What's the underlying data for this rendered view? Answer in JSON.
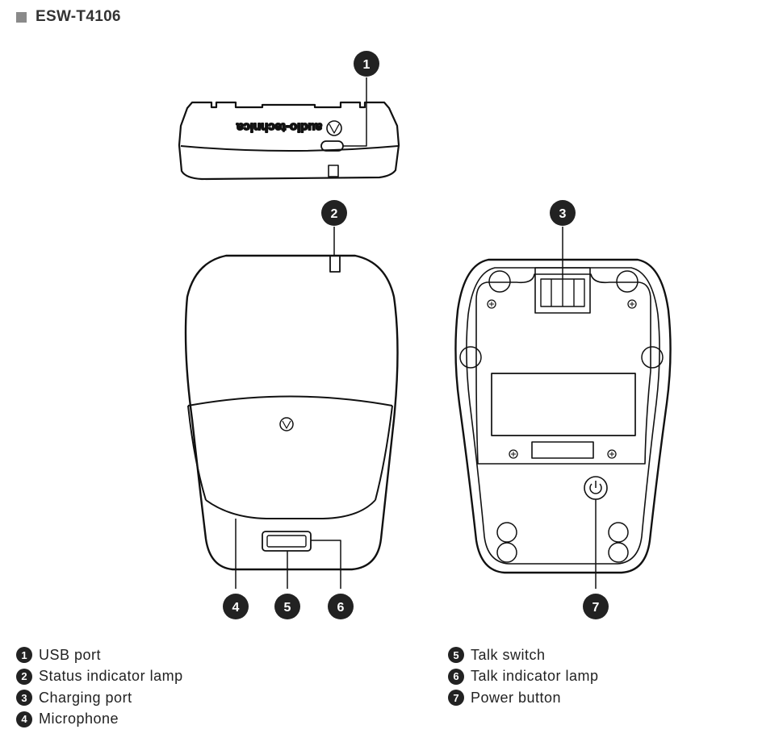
{
  "title": "ESW-T4106",
  "logo_text": "audio-technica",
  "callouts": [
    "1",
    "2",
    "3",
    "4",
    "5",
    "6",
    "7"
  ],
  "legend_left": [
    {
      "num": "1",
      "label": "USB port"
    },
    {
      "num": "2",
      "label": "Status indicator lamp"
    },
    {
      "num": "3",
      "label": "Charging port"
    },
    {
      "num": "4",
      "label": "Microphone"
    }
  ],
  "legend_right": [
    {
      "num": "5",
      "label": "Talk switch"
    },
    {
      "num": "6",
      "label": "Talk indicator lamp"
    },
    {
      "num": "7",
      "label": "Power button"
    }
  ],
  "colors": {
    "line": "#111111",
    "callout_fill": "#222222",
    "title_square": "#8a8a8a"
  }
}
